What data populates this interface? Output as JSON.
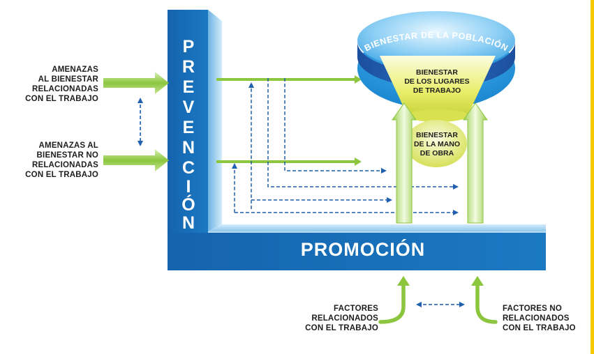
{
  "left_inputs": {
    "work_threats": "AMENAZAS\nAL BIENESTAR\nRELACIONADAS\nCON EL TRABAJO",
    "non_work_threats": "AMENAZAS AL\nBIENESTAR NO\nRELACIONADAS\nCON EL TRABAJO"
  },
  "vertical_bar": {
    "letters": [
      "P",
      "R",
      "E",
      "V",
      "E",
      "N",
      "C",
      "I",
      "Ó",
      "N"
    ]
  },
  "horizontal_bar": {
    "title": "PROMOCIÓN"
  },
  "tank": {
    "population": "BIENESTAR DE LA POBLACIÓN",
    "workplaces": "BIENESTAR\nDE LOS LUGARES\nDE TRABAJO",
    "workforce": "BIENESTAR\nDE LA MANO\nDE OBRA"
  },
  "bottom_inputs": {
    "work_factors": "FACTORES\nRELACIONADOS\nCON EL TRABAJO",
    "non_work_factors": "FACTORES NO\nRELACIONADOS\nCON EL TRABAJO"
  },
  "colors": {
    "bar_blue": "#1a6fb8",
    "bar_face_light": "#a9d4f0",
    "arrow_green": "#8cc63f",
    "dash_blue": "#1f5fae",
    "tank_blue": "#1b8fd6",
    "funnel_yellow": "#e9ee6a",
    "accent_yellow": "#f5c800"
  }
}
